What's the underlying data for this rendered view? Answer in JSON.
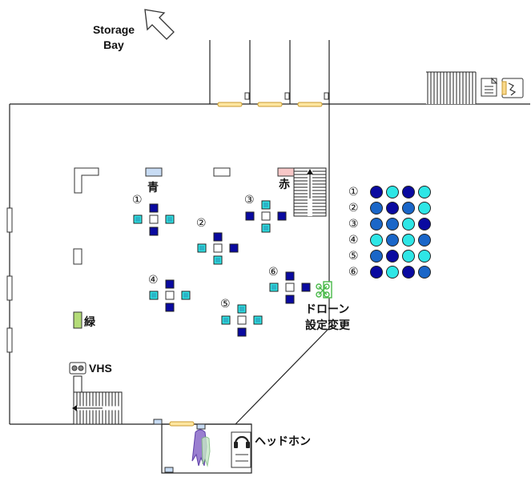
{
  "labels": {
    "storage_bay_line1": "Storage",
    "storage_bay_line2": "Bay",
    "blue": "青",
    "red": "赤",
    "green": "緑",
    "vhs": "VHS",
    "drone_line1": "ドローン",
    "drone_line2": "設定変更",
    "headphones": "ヘッドホン"
  },
  "grid_markers": [
    "①",
    "②",
    "③",
    "④",
    "⑤",
    "⑥"
  ],
  "colors": {
    "dark_blue": "#0a0aa0",
    "mid_blue": "#1a66c8",
    "cyan": "#2ee6e6",
    "door": "#ffe6a0",
    "blue_pad": "#c8dcf4",
    "red_pad": "#f8c8c8",
    "green_pad": "#b4dc78"
  },
  "legend": [
    {
      "marker": "①",
      "dots": [
        "dark",
        "cyan",
        "dark",
        "cyan"
      ]
    },
    {
      "marker": "②",
      "dots": [
        "mid",
        "dark",
        "mid",
        "cyan"
      ]
    },
    {
      "marker": "③",
      "dots": [
        "mid",
        "mid",
        "cyan",
        "dark"
      ]
    },
    {
      "marker": "④",
      "dots": [
        "cyan",
        "mid",
        "cyan",
        "mid"
      ]
    },
    {
      "marker": "⑤",
      "dots": [
        "mid",
        "dark",
        "cyan",
        "cyan"
      ]
    },
    {
      "marker": "⑥",
      "dots": [
        "dark",
        "cyan",
        "dark",
        "mid"
      ]
    }
  ],
  "icons": [
    "up-left-arrow-icon",
    "document-icon",
    "map-icon",
    "drone-icon",
    "cassette-icon",
    "headphones-icon",
    "ghost-figure-icon"
  ]
}
